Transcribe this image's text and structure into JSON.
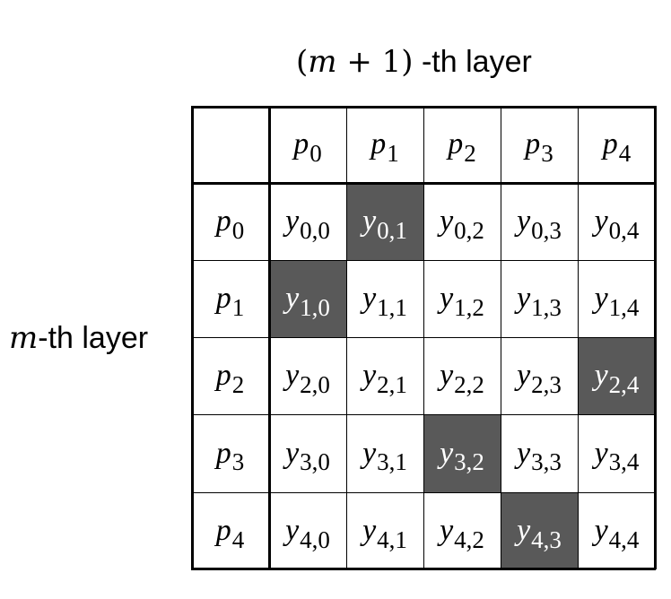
{
  "header": {
    "math_prefix": "(",
    "math_var": "m",
    "math_op": " + ",
    "math_one": "1",
    "math_suffix": ")",
    "text": " -th layer"
  },
  "side": {
    "math_var": "m",
    "text": "-th layer"
  },
  "nodes": [
    {
      "sym": "p",
      "sub": "0"
    },
    {
      "sym": "p",
      "sub": "1"
    },
    {
      "sym": "p",
      "sub": "2"
    },
    {
      "sym": "p",
      "sub": "3"
    },
    {
      "sym": "p",
      "sub": "4"
    }
  ],
  "cell_symbol": "y",
  "highlight_color": "#595959",
  "matrix": [
    [
      {
        "sub": "0,0",
        "on": false
      },
      {
        "sub": "0,1",
        "on": true
      },
      {
        "sub": "0,2",
        "on": false
      },
      {
        "sub": "0,3",
        "on": false
      },
      {
        "sub": "0,4",
        "on": false
      }
    ],
    [
      {
        "sub": "1,0",
        "on": true
      },
      {
        "sub": "1,1",
        "on": false
      },
      {
        "sub": "1,2",
        "on": false
      },
      {
        "sub": "1,3",
        "on": false
      },
      {
        "sub": "1,4",
        "on": false
      }
    ],
    [
      {
        "sub": "2,0",
        "on": false
      },
      {
        "sub": "2,1",
        "on": false
      },
      {
        "sub": "2,2",
        "on": false
      },
      {
        "sub": "2,3",
        "on": false
      },
      {
        "sub": "2,4",
        "on": true
      }
    ],
    [
      {
        "sub": "3,0",
        "on": false
      },
      {
        "sub": "3,1",
        "on": false
      },
      {
        "sub": "3,2",
        "on": true
      },
      {
        "sub": "3,3",
        "on": false
      },
      {
        "sub": "3,4",
        "on": false
      }
    ],
    [
      {
        "sub": "4,0",
        "on": false
      },
      {
        "sub": "4,1",
        "on": false
      },
      {
        "sub": "4,2",
        "on": false
      },
      {
        "sub": "4,3",
        "on": true
      },
      {
        "sub": "4,4",
        "on": false
      }
    ]
  ]
}
